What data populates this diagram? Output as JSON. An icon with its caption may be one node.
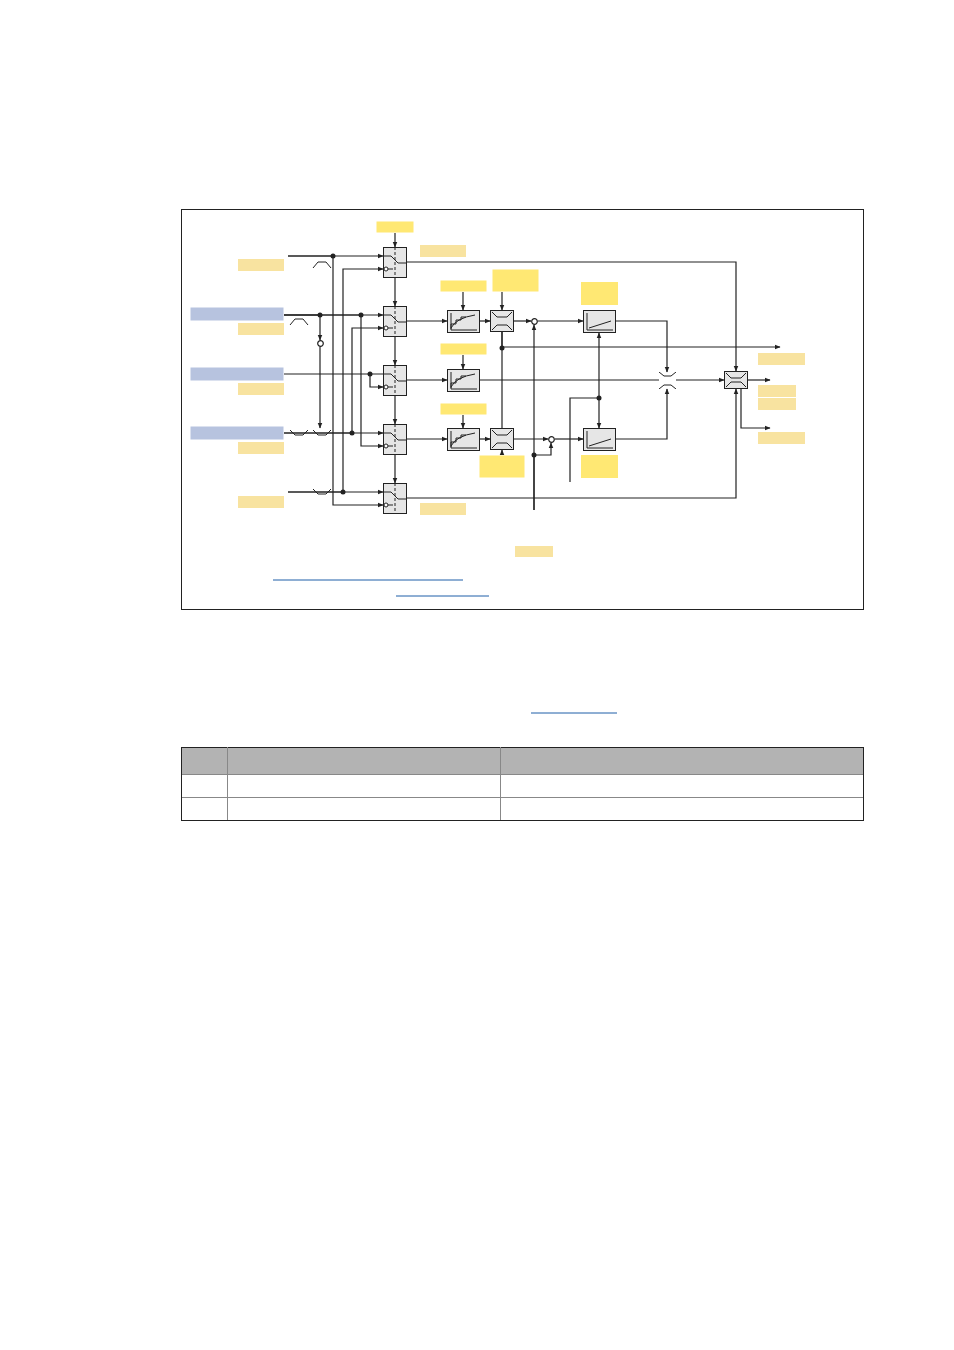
{
  "diagram": {
    "nodes": [
      {
        "text": [],
        "shape": "box"
      },
      {
        "text": [],
        "shape": "box"
      },
      {
        "text": [],
        "shape": "box"
      },
      {
        "text": [],
        "shape": "box"
      },
      {
        "text": [],
        "shape": "box"
      },
      {
        "text": [],
        "shape": "box"
      },
      {
        "text": [],
        "shape": "box"
      },
      {
        "text": [],
        "shape": "box"
      },
      {
        "text": [],
        "shape": "box"
      },
      {
        "text": [],
        "shape": "box"
      },
      {
        "text": [],
        "shape": "circle"
      },
      {
        "text": [],
        "shape": "circle"
      },
      {
        "text": [],
        "shape": "box"
      },
      {
        "text": [],
        "shape": "box"
      },
      {
        "text": [],
        "shape": "cross"
      },
      {
        "text": [],
        "shape": "box"
      },
      {
        "text": [],
        "shape": "circle"
      },
      {
        "text": [],
        "shape": "box"
      },
      {
        "text": [],
        "shape": "box"
      },
      {
        "text": [],
        "shape": "box"
      },
      {
        "text": [],
        "shape": "box"
      },
      {
        "text": [],
        "shape": "box"
      },
      {
        "text": [],
        "shape": "box"
      },
      {
        "text": [],
        "shape": "box"
      },
      {
        "text": [],
        "shape": "box"
      },
      {
        "text": [],
        "shape": "box"
      }
    ],
    "edges": [
      {
        "from": null,
        "to": 0,
        "arrow": "to"
      },
      {
        "from": null,
        "to": 4,
        "arrow": "to"
      },
      {
        "from": 23,
        "to": 1,
        "arrow": "to"
      },
      {
        "from": 23,
        "to": 3,
        "arrow": "to"
      },
      {
        "from": 23,
        "to": 16,
        "arrow": "to"
      },
      {
        "from": 16,
        "to": null,
        "arrow": "to"
      },
      {
        "from": 24,
        "to": 2,
        "arrow": "to"
      },
      {
        "from": 25,
        "to": 3,
        "arrow": "to"
      },
      {
        "from": 25,
        "to": 1,
        "arrow": "to"
      },
      {
        "from": null,
        "to": 4,
        "arrow": "to"
      },
      {
        "from": null,
        "to": 0,
        "arrow": "to"
      },
      {
        "from": 17,
        "to": 0,
        "arrow": "to"
      },
      {
        "from": 0,
        "to": 1,
        "arrow": "to"
      },
      {
        "from": 1,
        "to": 2,
        "arrow": "to"
      },
      {
        "from": 2,
        "to": 3,
        "arrow": "to"
      },
      {
        "from": 3,
        "to": 4,
        "arrow": "to"
      },
      {
        "from": 0,
        "to": 15,
        "arrow": "to"
      },
      {
        "from": 4,
        "to": 15,
        "arrow": "to"
      },
      {
        "from": 1,
        "to": 5,
        "arrow": "to"
      },
      {
        "from": 2,
        "to": 6,
        "arrow": "to"
      },
      {
        "from": 3,
        "to": 7,
        "arrow": "to"
      },
      {
        "from": 5,
        "to": 8,
        "arrow": "to"
      },
      {
        "from": 7,
        "to": 9,
        "arrow": "to"
      },
      {
        "from": 18,
        "to": 5,
        "arrow": "to"
      },
      {
        "from": 20,
        "to": 6,
        "arrow": "to"
      },
      {
        "from": 21,
        "to": 7,
        "arrow": "to"
      },
      {
        "from": 19,
        "to": 8,
        "arrow": "to"
      },
      {
        "from": 22,
        "to": 9,
        "arrow": "to"
      },
      {
        "from": 8,
        "to": 10,
        "arrow": "to"
      },
      {
        "from": 10,
        "to": 12,
        "arrow": "to"
      },
      {
        "from": null,
        "to": 10,
        "arrow": "to"
      },
      {
        "from": null,
        "to": 11,
        "arrow": "to"
      },
      {
        "from": 9,
        "to": 11,
        "arrow": "to"
      },
      {
        "from": 11,
        "to": 13,
        "arrow": "to"
      },
      {
        "from": 8,
        "to": 9,
        "arrow": "none"
      },
      {
        "from": 8,
        "to": null,
        "arrow": "to"
      },
      {
        "from": 6,
        "to": 14,
        "arrow": "none"
      },
      {
        "from": 12,
        "to": 14,
        "arrow": "to"
      },
      {
        "from": 13,
        "to": 14,
        "arrow": "to"
      },
      {
        "from": 14,
        "to": 15,
        "arrow": "to"
      },
      {
        "from": null,
        "to": 12,
        "arrow": "to"
      },
      {
        "from": null,
        "to": 13,
        "arrow": "to"
      },
      {
        "from": 15,
        "to": null,
        "arrow": "to"
      },
      {
        "from": 15,
        "to": null,
        "arrow": "to"
      }
    ]
  }
}
